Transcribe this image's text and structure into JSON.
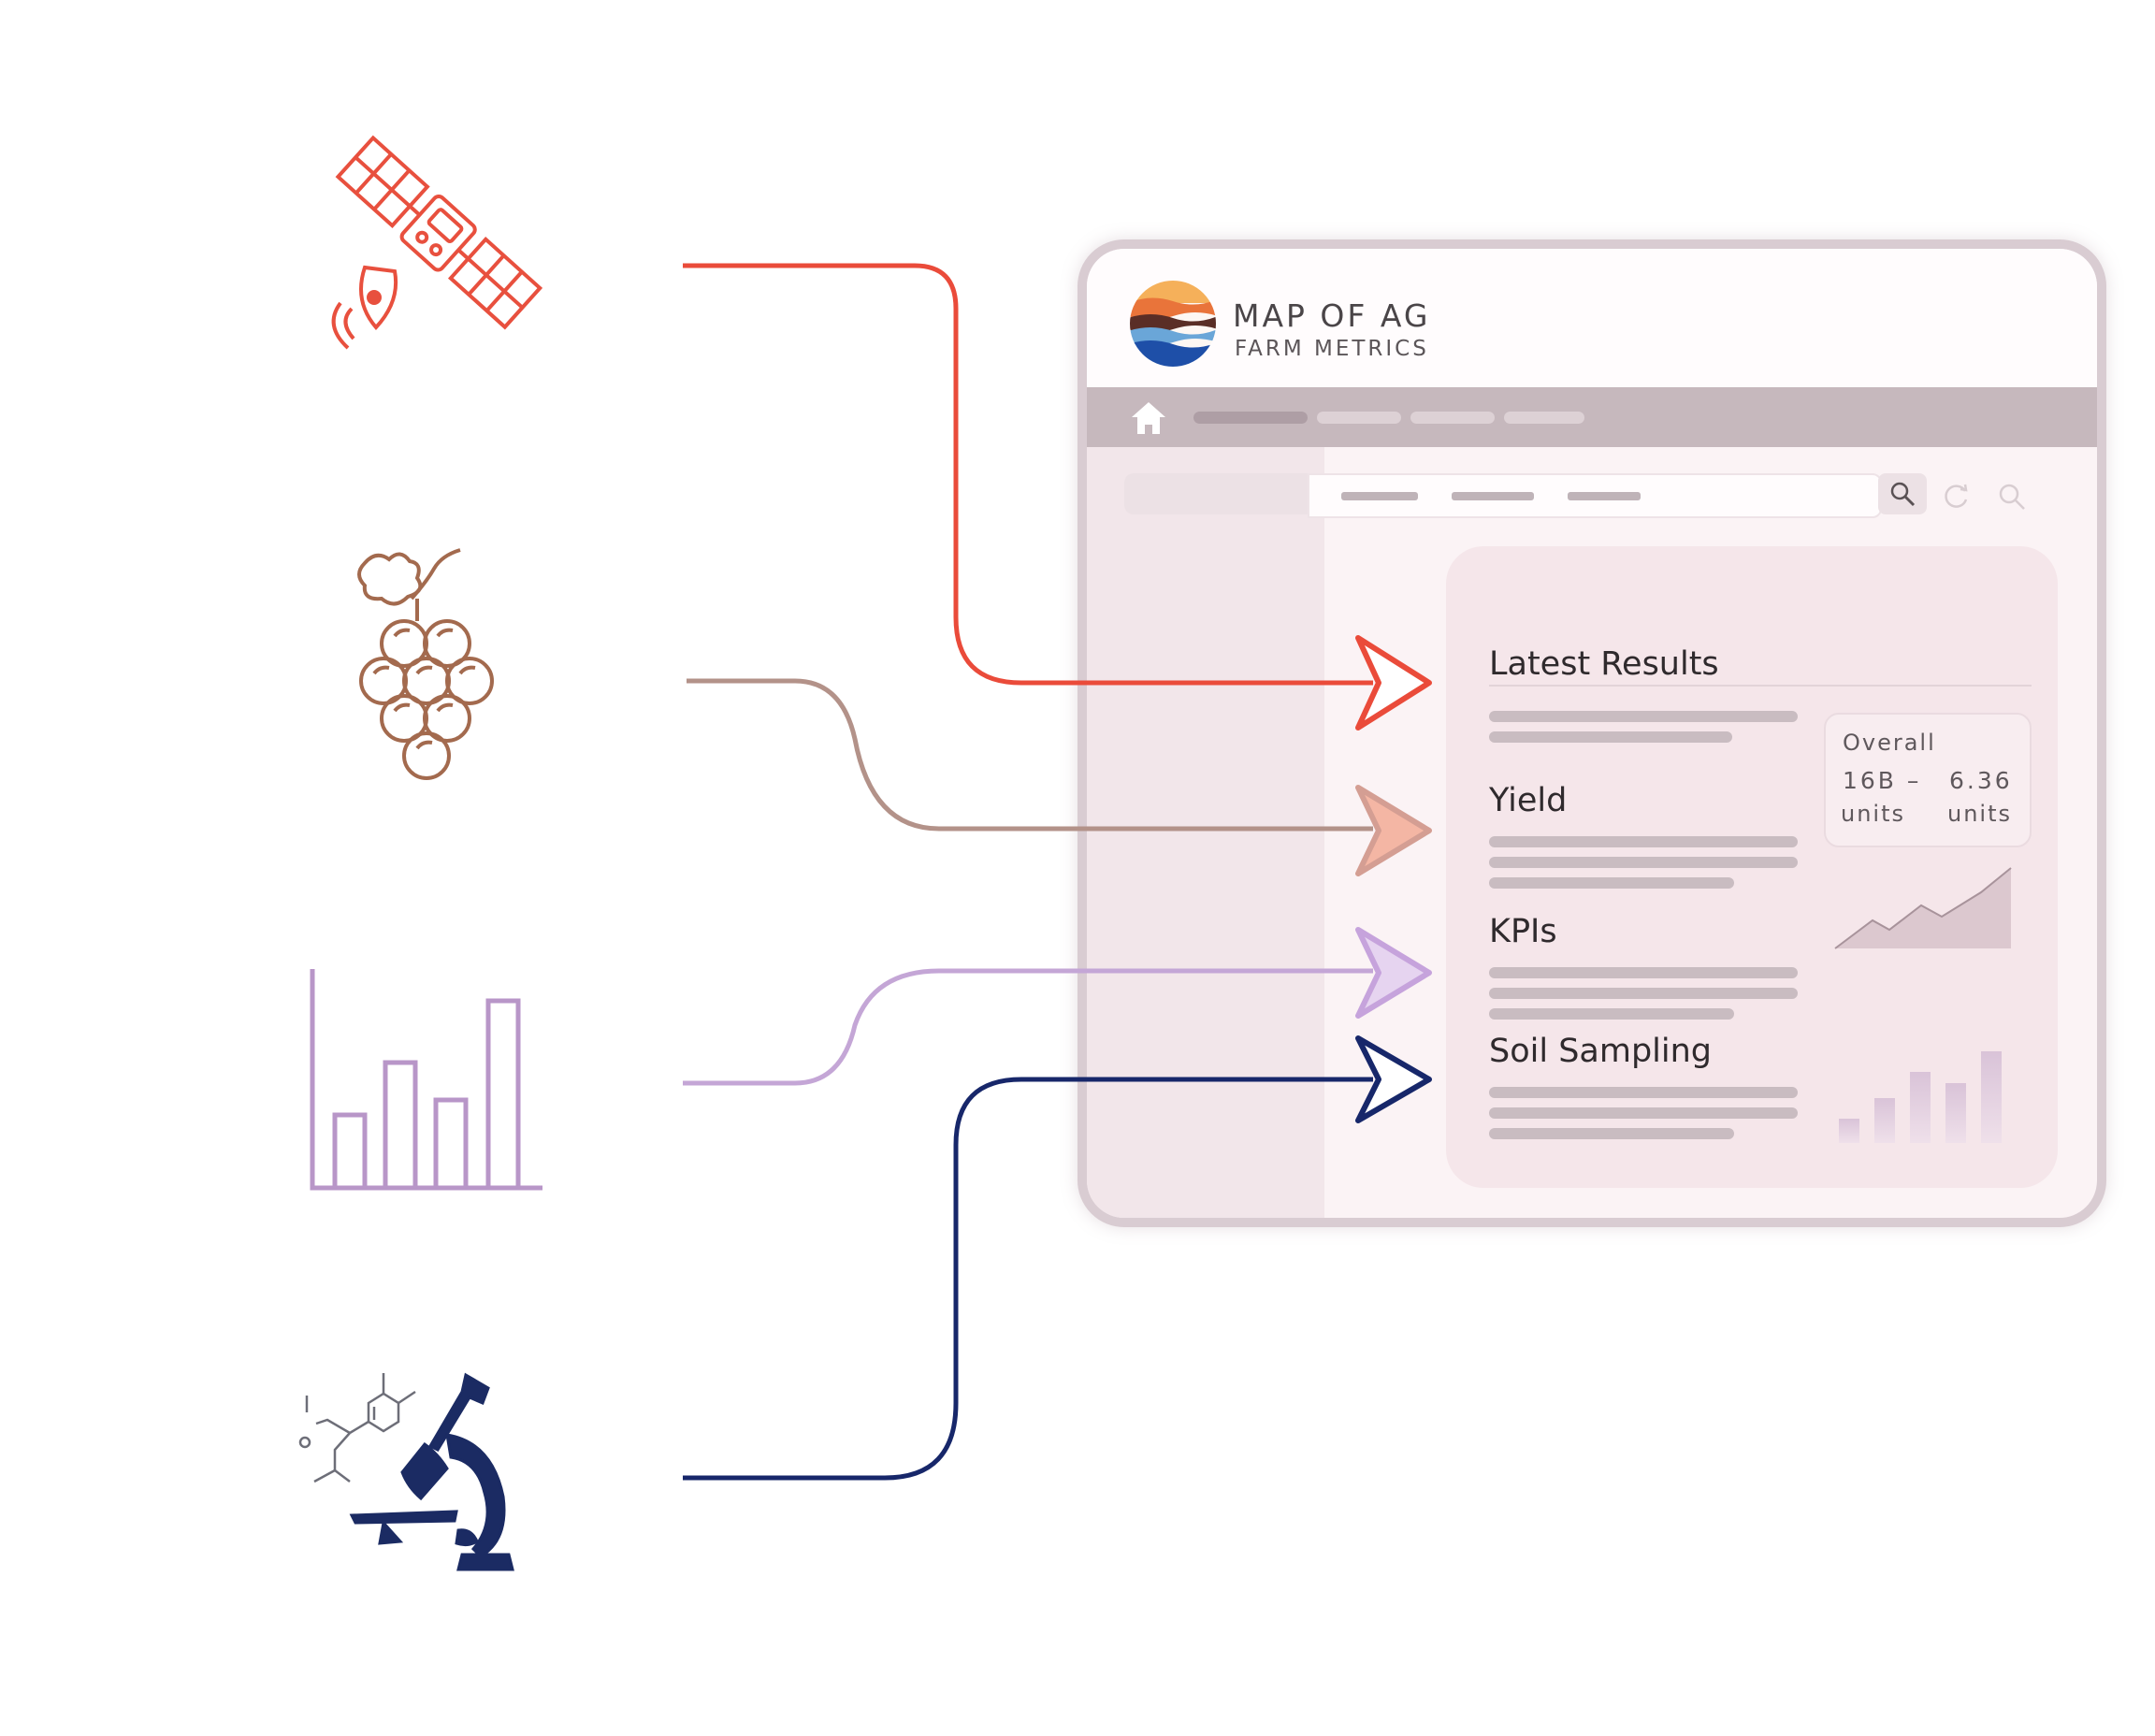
{
  "colors": {
    "satellite": "#e8503e",
    "grapes": "#a36a4e",
    "chart": "#b896c8",
    "microscope": "#1b2b63",
    "arrow_1": "#ea4b3a",
    "arrow_2": "#e8a090",
    "arrow_3": "#c6a3dc",
    "arrow_4": "#17276a",
    "nav_bar": "#c6b8bd",
    "card": "#f5e6ea"
  },
  "sources": [
    {
      "icon": "satellite-icon"
    },
    {
      "icon": "grapes-icon"
    },
    {
      "icon": "bar-chart-icon"
    },
    {
      "icon": "microscope-icon"
    }
  ],
  "app": {
    "title": "MAP OF AG",
    "subtitle": "FARM METRICS",
    "nav_icon": "home-icon",
    "search_icon": "search-icon",
    "toolbar_icons": [
      "refresh-icon",
      "zoom-icon"
    ]
  },
  "sections": [
    {
      "title": "Latest Results"
    },
    {
      "title": "Yield"
    },
    {
      "title": "KPIs"
    },
    {
      "title": "Soil Sampling"
    }
  ],
  "summary": {
    "label": "Overall",
    "value_1": "16B –",
    "unit_1": "units",
    "value_2": "6.36",
    "unit_2": "units"
  }
}
